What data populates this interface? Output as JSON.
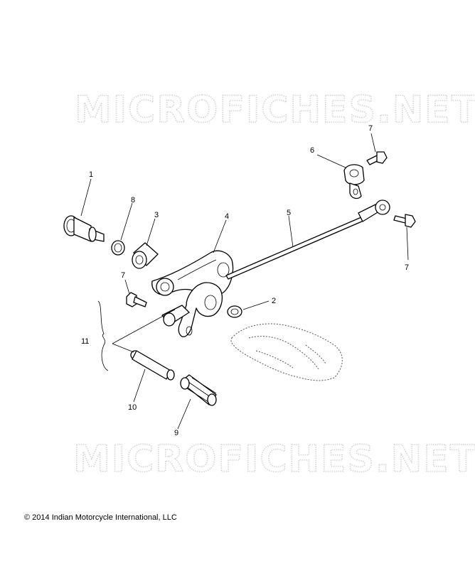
{
  "watermark": {
    "text_top": "MICROFICHES.NET",
    "text_bottom": "MICROFICHES.NET"
  },
  "callouts": {
    "c1": "1",
    "c2": "2",
    "c3": "3",
    "c4": "4",
    "c5": "5",
    "c6": "6",
    "c7a": "7",
    "c7b": "7",
    "c7c": "7",
    "c8": "8",
    "c9": "9",
    "c10": "10",
    "c11": "11"
  },
  "footer": {
    "copyright_symbol": "©",
    "copyright_text": "2014 Indian Motorcycle International, LLC"
  }
}
